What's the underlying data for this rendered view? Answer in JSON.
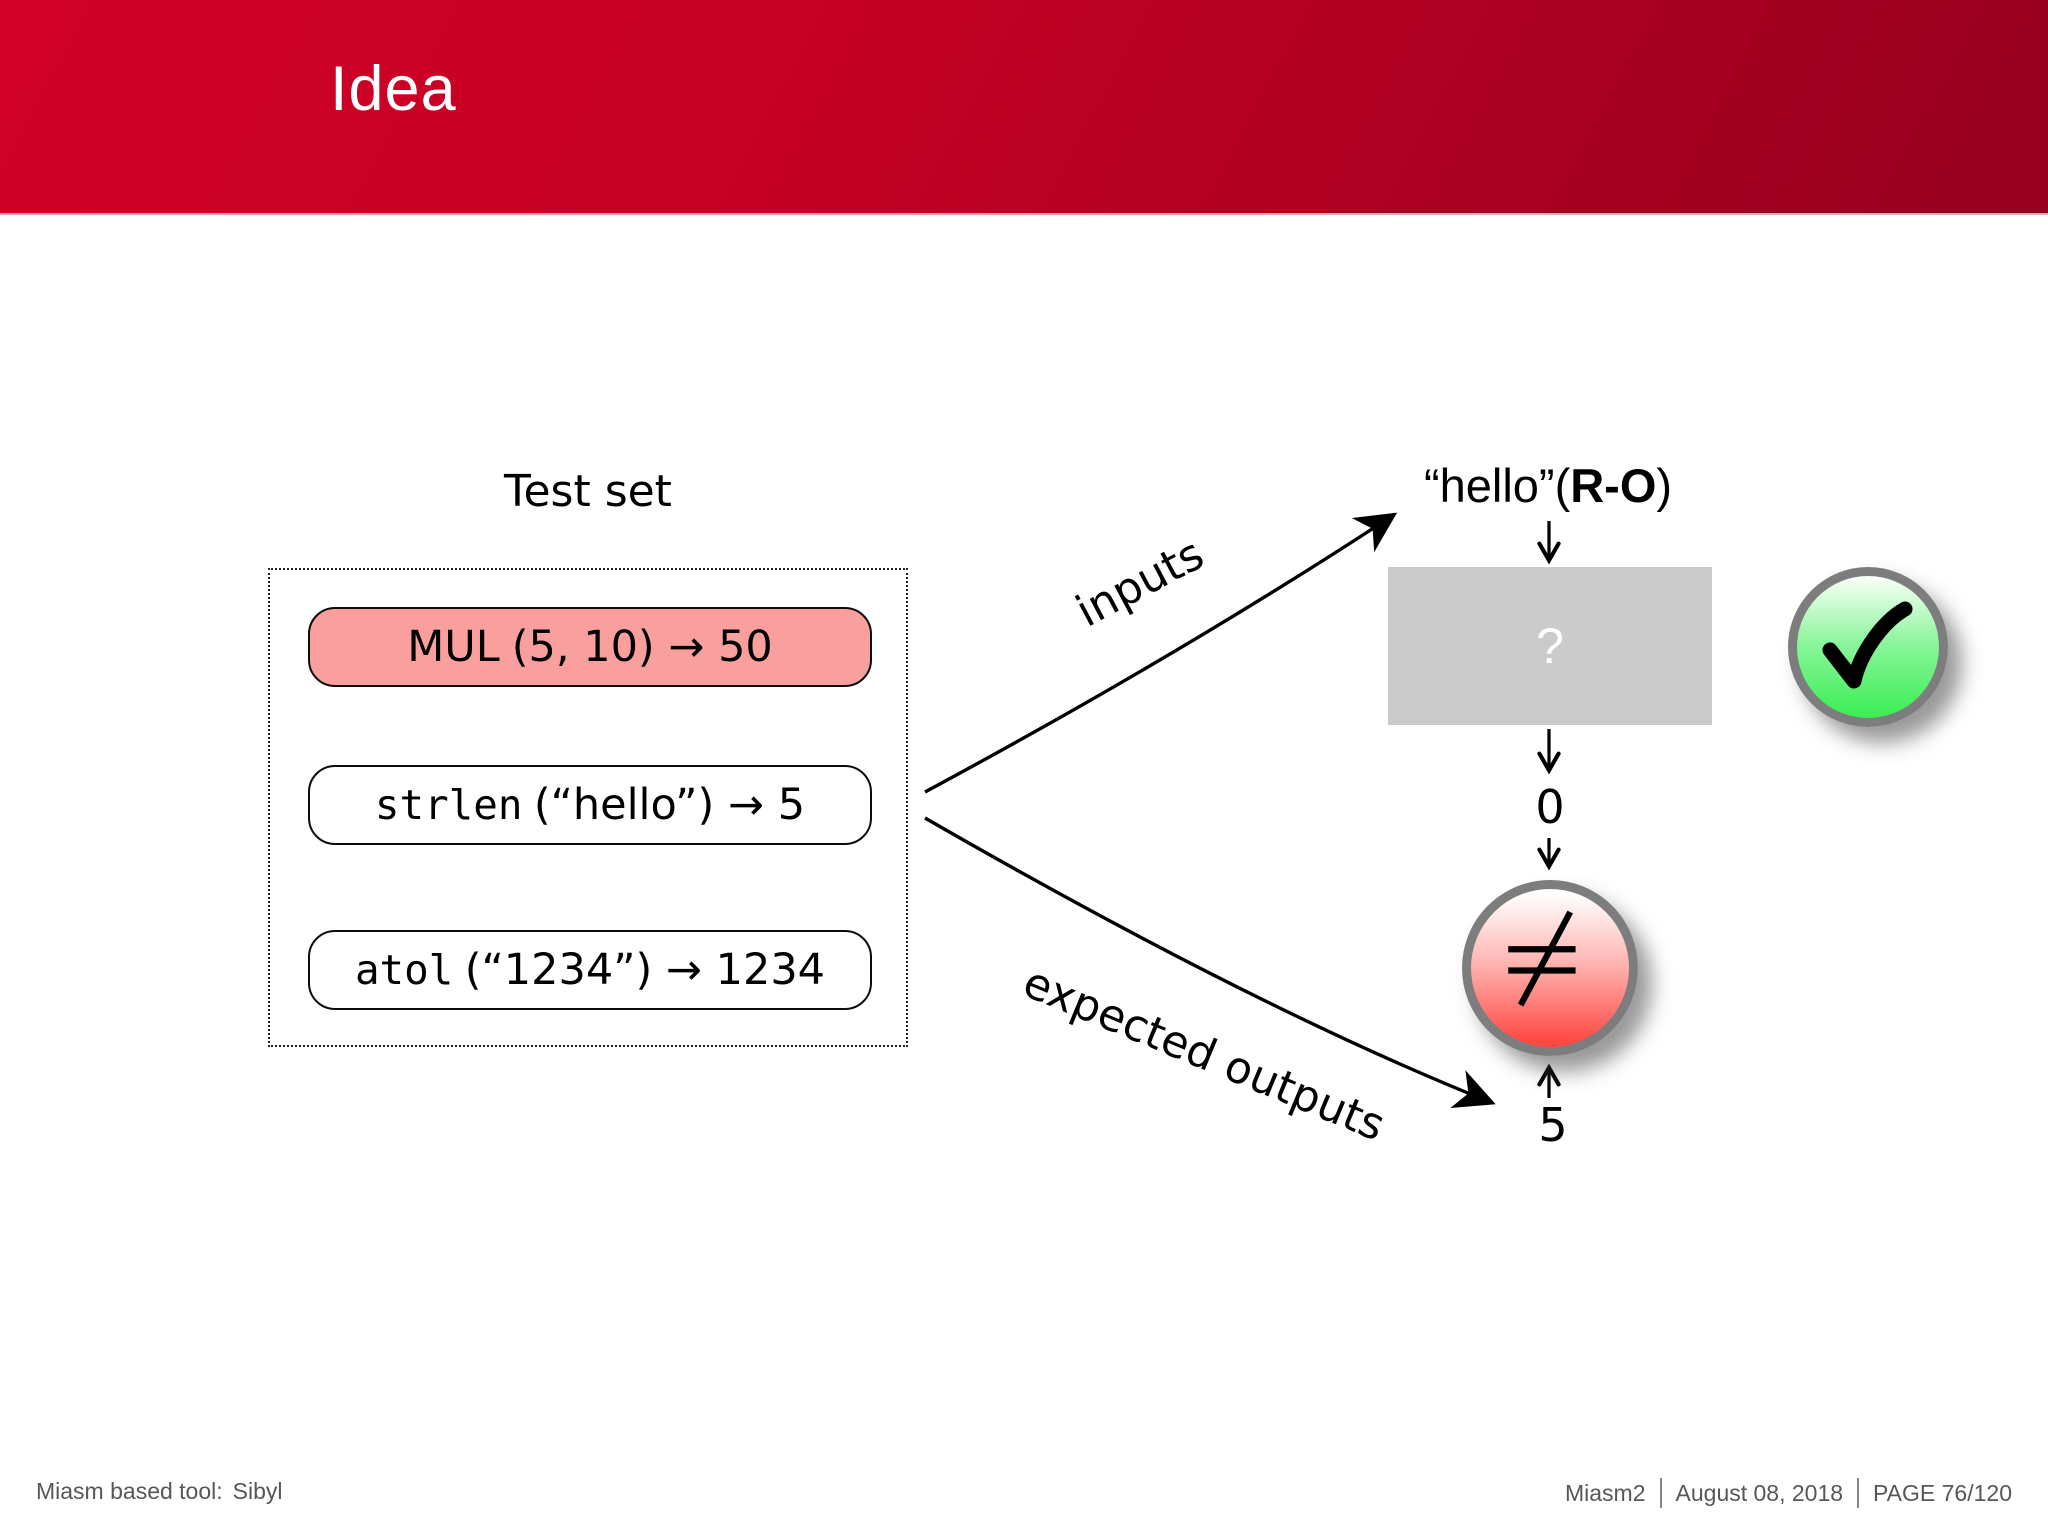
{
  "slide": {
    "title": "Idea",
    "footer": {
      "left_label": "Miasm based tool:",
      "left_value": "Sibyl",
      "right_items": [
        "Miasm2",
        "August 08, 2018",
        "PAGE 76/120"
      ]
    }
  },
  "diagram": {
    "test_set": {
      "label": "Test set",
      "cases": [
        {
          "fn": "MUL",
          "rest": "(5, 10) → 50",
          "highlighted": true,
          "fn_monospace": false
        },
        {
          "fn": "strlen",
          "rest": "(“hello”) → 5",
          "highlighted": false,
          "fn_monospace": true
        },
        {
          "fn": "atol",
          "rest": "(“1234”) → 1234",
          "highlighted": false,
          "fn_monospace": true
        }
      ]
    },
    "edges": {
      "inputs_label": "inputs",
      "outputs_label": "expected outputs"
    },
    "execution": {
      "input_prefix": "“hello”(",
      "input_bold": "R-O",
      "input_suffix": ")",
      "unknown_symbol": "?",
      "actual_output": "0",
      "expected_output": "5",
      "comparison_symbol": "≠",
      "status_symbol": "✓"
    },
    "icons": {
      "not-equal-icon": "≠",
      "check-icon": "✓"
    },
    "colors": {
      "header_red_start": "#d20127",
      "header_red_end": "#970020",
      "case_highlight_pink": "#f9a09e",
      "unknown_box_gray": "#cbcbcb",
      "fail_red": "#ff4a44",
      "pass_green": "#3fee57",
      "footer_gray": "#57575b"
    }
  }
}
